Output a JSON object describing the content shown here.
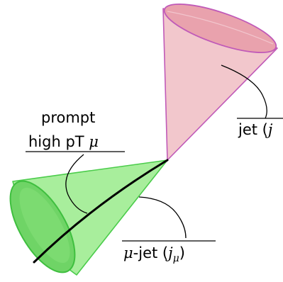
{
  "labels": {
    "prompt_line1": "prompt",
    "prompt_line2_text": "high pT ",
    "prompt_line2_symbol": "μ",
    "jet_text": "jet (",
    "jet_symbol": "j",
    "mujet_symbol": "μ",
    "mujet_text": "-jet (",
    "mujet_j": "j",
    "mujet_sub": "μ",
    "mujet_close": ")"
  },
  "colors": {
    "jet_cone_fill": "#f2c7cc",
    "jet_cone_rim": "#e9a2ad",
    "jet_cone_edge": "#c05ab8",
    "mujet_cone_fill": "#a8ee9c",
    "mujet_cone_rim": "#6fd466",
    "mujet_cone_edge": "#4bcc4b",
    "muon_track": "#000000",
    "annotation": "#000000"
  }
}
